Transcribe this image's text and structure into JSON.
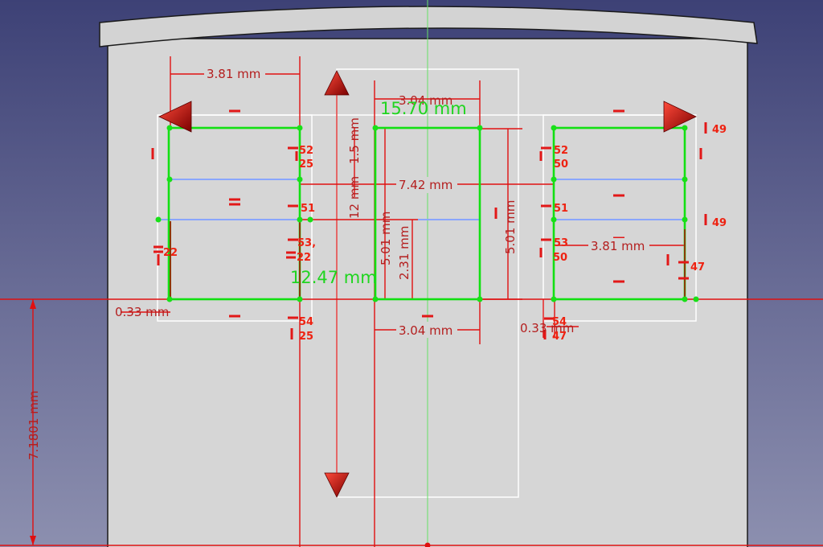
{
  "dimensions": {
    "d_left_width": "3.81 mm",
    "d_top_center": "3.04 mm",
    "d_overall_width": "15.70 mm",
    "d_center_span": "7.42 mm",
    "d_vertical_1": "1.5 mm",
    "d_vertical_2": "12 mm",
    "d_center_height": "5.01 mm",
    "d_right_height": "5.01 mm",
    "d_sub_height": "2.31 mm",
    "d_right_width": "3.81 mm",
    "d_overall_height": "12.47 mm",
    "d_left_offset": "0.33 mm",
    "d_bottom_center": "3.04 mm",
    "d_right_offset": "0.33 mm",
    "d_datum": "7.1801 mm"
  },
  "constraint_labels": {
    "c52a": "52",
    "c25a": "25",
    "c51a": "51",
    "c53a": "53,",
    "c22a": "22",
    "c22b": "22",
    "c54a": "54",
    "c25b": "25",
    "c52b": "52",
    "c50a": "50",
    "c51b": "51",
    "c53b": "53",
    "c50b": "50",
    "c54b": "54",
    "c47a": "47",
    "c47b": "47",
    "c49a": "49",
    "c49b": "49"
  },
  "colors": {
    "background_top": "#3d4176",
    "background_bottom": "#8c8faf",
    "body": "#d6d6d6",
    "dimension": "#e01010",
    "geometry": "#12e012",
    "construction": "#8aa6ff",
    "constraint": "#ee2211"
  }
}
